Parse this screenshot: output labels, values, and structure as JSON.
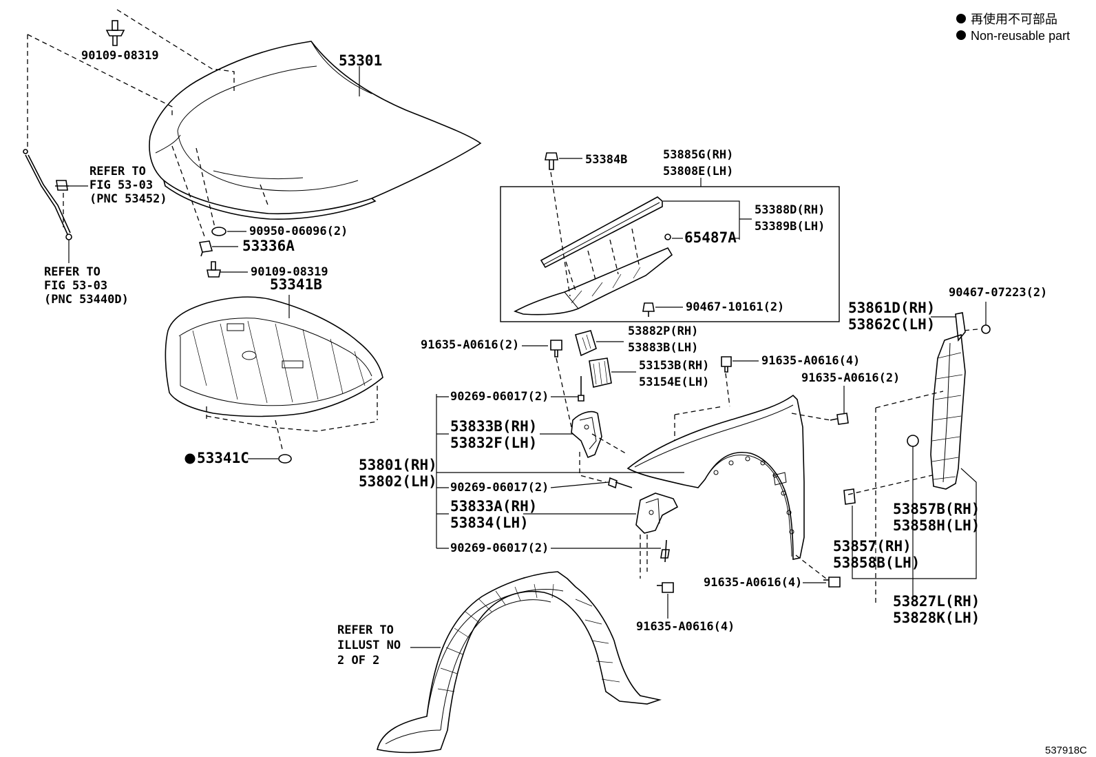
{
  "legend": {
    "line1": "再使用不可部品",
    "line2": "Non-reusable part"
  },
  "diagram_code": "537918C",
  "labels": {
    "p90109_top": "90109-08319",
    "p53301": "53301",
    "refer_53452_1": "REFER TO",
    "refer_53452_2": "FIG 53-03",
    "refer_53452_3": "(PNC 53452)",
    "refer_53440d_1": "REFER TO",
    "refer_53440d_2": "FIG 53-03",
    "refer_53440d_3": "(PNC 53440D)",
    "p90950": "90950-06096(2)",
    "p53336a": "53336A",
    "p90109_mid": "90109-08319",
    "p53341b": "53341B",
    "p53341c": "53341C",
    "p53384b": "53384B",
    "p53885g": "53885G(RH)",
    "p53808e": "53808E(LH)",
    "p53388d": "53388D(RH)",
    "p53389b": "53389B(LH)",
    "p65487a": "65487A",
    "p90467_10161": "90467-10161(2)",
    "p91635_a1": "91635-A0616(2)",
    "p53882p": "53882P(RH)",
    "p53883b": "53883B(LH)",
    "p53153b": "53153B(RH)",
    "p53154e": "53154E(LH)",
    "p91635_a4_top": "91635-A0616(4)",
    "p91635_a2_right": "91635-A0616(2)",
    "p90467_07223": "90467-07223(2)",
    "p53861d": "53861D(RH)",
    "p53862c": "53862C(LH)",
    "p90269_1": "90269-06017(2)",
    "p53833b": "53833B(RH)",
    "p53832f": "53832F(LH)",
    "p53801": "53801(RH)",
    "p53802": "53802(LH)",
    "p90269_2": "90269-06017(2)",
    "p53833a": "53833A(RH)",
    "p53834": "53834(LH)",
    "p90269_3": "90269-06017(2)",
    "p53857b": "53857B(RH)",
    "p53858h": "53858H(LH)",
    "p53857": "53857(RH)",
    "p53858b": "53858B(LH)",
    "p91635_a4_mid": "91635-A0616(4)",
    "p53827l": "53827L(RH)",
    "p53828k": "53828K(LH)",
    "p91635_a4_bot": "91635-A0616(4)",
    "refer_illust_1": "REFER TO",
    "refer_illust_2": "ILLUST NO",
    "refer_illust_3": "2 OF 2"
  }
}
